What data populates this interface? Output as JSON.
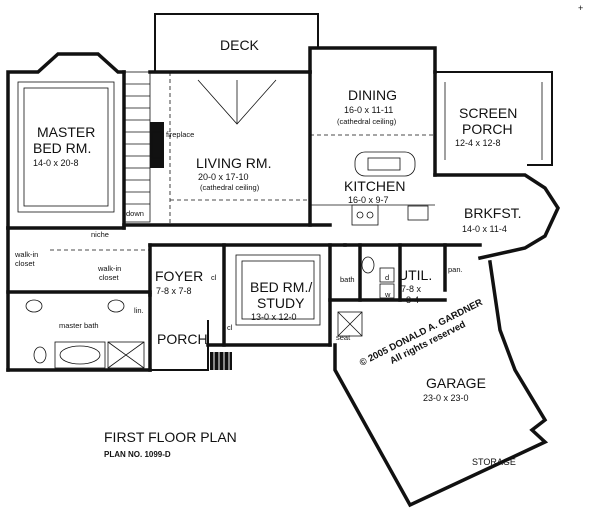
{
  "plan": {
    "title": "FIRST FLOOR PLAN",
    "plan_number": "PLAN NO. 1099-D",
    "copyright_line1": "© 2005 DONALD A. GARDNER",
    "copyright_line2": "All rights reserved",
    "corner_mark": "+"
  },
  "rooms": {
    "deck": {
      "name": "DECK"
    },
    "dining": {
      "name": "DINING",
      "dims": "16-0 x 11-11",
      "note": "(cathedral ceiling)"
    },
    "screen_porch": {
      "name1": "SCREEN",
      "name2": "PORCH",
      "dims": "12-4 x 12-8"
    },
    "master_bed": {
      "name1": "MASTER",
      "name2": "BED RM.",
      "dims": "14-0 x 20-8"
    },
    "living": {
      "name": "LIVING RM.",
      "dims": "20-0 x 17-10",
      "note": "(cathedral ceiling)"
    },
    "kitchen": {
      "name": "KITCHEN",
      "dims": "16-0 x 9-7"
    },
    "breakfast": {
      "name": "BRKFST.",
      "dims": "14-0 x 11-4"
    },
    "foyer": {
      "name": "FOYER",
      "dims": "7-8 x 7-8"
    },
    "bed_study": {
      "name1": "BED RM./",
      "name2": "STUDY",
      "dims": "13-0 x 12-0"
    },
    "utility": {
      "name": "UTIL.",
      "dims1": "7-8 x",
      "dims2": "8-4"
    },
    "porch": {
      "name": "PORCH"
    },
    "garage": {
      "name": "GARAGE",
      "dims": "23-0 x 23-0"
    },
    "storage": {
      "name": "STORAGE"
    }
  },
  "labels": {
    "fireplace": "fireplace",
    "down": "down",
    "niche": "niche",
    "walkin_closet_a": "walk-in",
    "walkin_closet_b": "closet",
    "walkin_closet_c": "walk-in",
    "walkin_closet_d": "closet",
    "master_bath": "master bath",
    "lin": "lin.",
    "cl_foyer": "cl",
    "cl_study": "cl",
    "bath": "bath",
    "d": "d",
    "w": "w",
    "pan": "pan.",
    "seat": "seat"
  }
}
